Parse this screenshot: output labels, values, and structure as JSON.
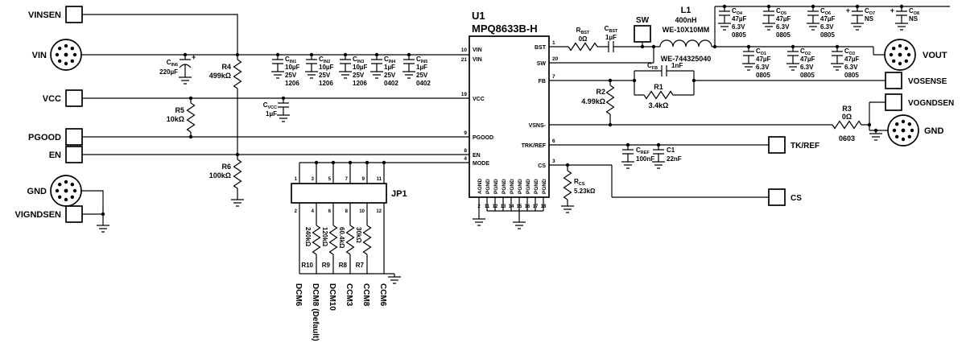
{
  "ports_left": [
    {
      "label": "VINSEN"
    },
    {
      "label": "VIN"
    },
    {
      "label": "VCC"
    },
    {
      "label": "PGOOD"
    },
    {
      "label": "EN"
    },
    {
      "label": "GND"
    },
    {
      "label": "VIGNDSEN"
    }
  ],
  "ports_right": [
    {
      "label": "SW"
    },
    {
      "label": "VOUT"
    },
    {
      "label": "VOSENSE"
    },
    {
      "label": "VOGNDSEN"
    },
    {
      "label": "GND"
    },
    {
      "label": "TK/REF"
    },
    {
      "label": "CS"
    }
  ],
  "ic": {
    "ref": "U1",
    "part": "MPQ8633B-H",
    "left_pins": [
      {
        "name": "VIN",
        "num": "10"
      },
      {
        "name": "VIN",
        "num": "21"
      },
      {
        "name": "VCC",
        "num": "19"
      },
      {
        "name": "PGOOD",
        "num": "9"
      },
      {
        "name": "EN",
        "num": "8"
      },
      {
        "name": "MODE",
        "num": "4"
      }
    ],
    "right_pins": [
      {
        "name": "BST",
        "num": "1"
      },
      {
        "name": "SW",
        "num": "20"
      },
      {
        "name": "FB",
        "num": "7"
      },
      {
        "name": "VSNS-",
        "num": ""
      },
      {
        "name": "TRK/REF",
        "num": "6"
      },
      {
        "name": "CS",
        "num": "3"
      }
    ],
    "bottom_pins": [
      {
        "name": "AGND",
        "num": "2"
      },
      {
        "name": "PGND",
        "num": "11"
      },
      {
        "name": "PGND",
        "num": "12"
      },
      {
        "name": "PGND",
        "num": "13"
      },
      {
        "name": "PGND",
        "num": "14"
      },
      {
        "name": "PGND",
        "num": "15"
      },
      {
        "name": "PGND",
        "num": "16"
      },
      {
        "name": "PGND",
        "num": "17"
      },
      {
        "name": "PGND",
        "num": "18"
      }
    ]
  },
  "bulk_cap": {
    "p": "C",
    "s": "IN6",
    "value": "220µF",
    "plus": "+"
  },
  "input_caps": [
    {
      "p": "C",
      "s": "IN1",
      "value": "10µF",
      "voltage": "25V",
      "size": "1206"
    },
    {
      "p": "C",
      "s": "IN2",
      "value": "10µF",
      "voltage": "25V",
      "size": "1206"
    },
    {
      "p": "C",
      "s": "IN3",
      "value": "10µF",
      "voltage": "25V",
      "size": "1206"
    },
    {
      "p": "C",
      "s": "IN4",
      "value": "1µF",
      "voltage": "25V",
      "size": "0402"
    },
    {
      "p": "C",
      "s": "IN5",
      "value": "1µF",
      "voltage": "25V",
      "size": "0402"
    }
  ],
  "r4": {
    "ref": "R4",
    "value": "499kΩ"
  },
  "r5": {
    "ref": "R5",
    "value": "10kΩ"
  },
  "r6": {
    "ref": "R6",
    "value": "100kΩ"
  },
  "cvcc": {
    "p": "C",
    "s": "VCC",
    "value": "1µF"
  },
  "jp1": {
    "ref": "JP1",
    "top_nums": [
      "1",
      "3",
      "5",
      "7",
      "9",
      "11"
    ],
    "bottom_nums": [
      "2",
      "4",
      "6",
      "8",
      "10",
      "12"
    ],
    "resistors": [
      {
        "ref": "R10",
        "value": "240kΩ"
      },
      {
        "ref": "R9",
        "value": "120kΩ"
      },
      {
        "ref": "R8",
        "value": "60.4kΩ"
      },
      {
        "ref": "R7",
        "value": "30kΩ"
      }
    ],
    "modes": [
      "DCM6",
      "DCM8 (Default)",
      "DCM10",
      "CCM3",
      "CCM8",
      "CCM6"
    ]
  },
  "rbst": {
    "p": "R",
    "s": "BST",
    "value": "0Ω"
  },
  "cbst": {
    "p": "C",
    "s": "BST",
    "value": "1µF"
  },
  "l1": {
    "ref": "L1",
    "value": "400nH",
    "package": "WE-10X10MM",
    "mpn": "WE-744325040"
  },
  "r2": {
    "ref": "R2",
    "value": "4.99kΩ"
  },
  "cfb": {
    "p": "C",
    "s": "FB",
    "value": "1nF"
  },
  "r1": {
    "ref": "R1",
    "value": "3.4kΩ"
  },
  "cref": {
    "p": "C",
    "s": "REF",
    "value": "100nF"
  },
  "c1": {
    "ref": "C1",
    "value": "22nF"
  },
  "rcs": {
    "p": "R",
    "s": "CS",
    "value": "5.23kΩ"
  },
  "r3": {
    "ref": "R3",
    "value": "0Ω",
    "size": "0603"
  },
  "out_caps_top": [
    {
      "p": "C",
      "s": "O4",
      "value": "47µF",
      "voltage": "6.3V",
      "size": "0805"
    },
    {
      "p": "C",
      "s": "O5",
      "value": "47µF",
      "voltage": "6.3V",
      "size": "0805"
    },
    {
      "p": "C",
      "s": "O6",
      "value": "47µF",
      "voltage": "6.3V",
      "size": "0805"
    },
    {
      "p": "C",
      "s": "O7",
      "value": "NS",
      "plus": "+"
    },
    {
      "p": "C",
      "s": "O8",
      "value": "NS",
      "plus": "+"
    }
  ],
  "out_caps_bottom": [
    {
      "p": "C",
      "s": "O1",
      "value": "47µF",
      "voltage": "6.3V",
      "size": "0805"
    },
    {
      "p": "C",
      "s": "O2",
      "value": "47µF",
      "voltage": "6.3V",
      "size": "0805"
    },
    {
      "p": "C",
      "s": "O3",
      "value": "47µF",
      "voltage": "6.3V",
      "size": "0805"
    }
  ]
}
